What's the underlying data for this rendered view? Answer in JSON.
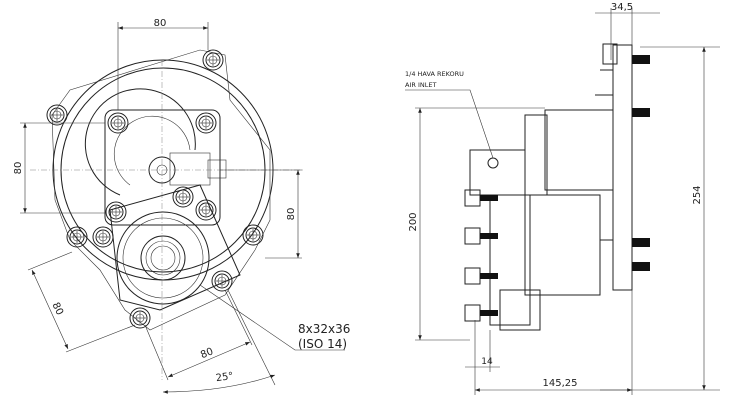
{
  "front_view": {
    "dim_top": "80",
    "dim_left": "80",
    "dim_right": "80",
    "dim_bottom_left": "80",
    "dim_bottom": "80",
    "angle": "25°",
    "spline_spec": "8x32x36",
    "spline_standard": "(ISO 14)"
  },
  "side_view": {
    "dim_flange": "34,5",
    "dim_height_total": "254",
    "dim_height": "200",
    "dim_offset": "14",
    "dim_length": "145,25",
    "air_inlet_tr": "1/4 HAVA REKORU",
    "air_inlet_en": "AIR INLET"
  }
}
